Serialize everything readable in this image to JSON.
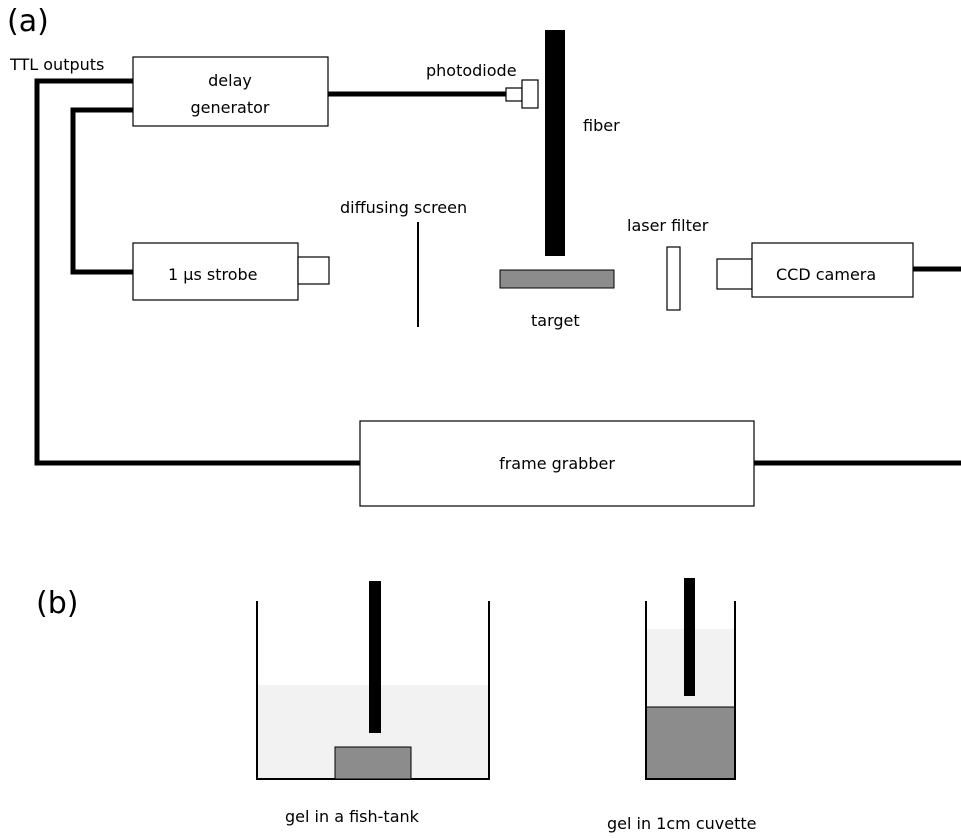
{
  "panel_a": {
    "label": "(a)",
    "ttl_outputs": "TTL outputs",
    "delay_generator": [
      "delay",
      "generator"
    ],
    "photodiode": "photodiode",
    "fiber": "fiber",
    "diffusing_screen": "diffusing screen",
    "laser_filter": "laser filter",
    "strobe": "1 µs strobe",
    "target": "target",
    "ccd_camera": "CCD camera",
    "frame_grabber": "frame grabber"
  },
  "panel_b": {
    "label": "(b)",
    "fish_tank_caption": "gel in a fish-tank",
    "cuvette_caption": "gel in 1cm cuvette"
  },
  "colors": {
    "gel": "#f2f2f2",
    "target_fill": "#8c8c8c",
    "line": "#000000"
  }
}
